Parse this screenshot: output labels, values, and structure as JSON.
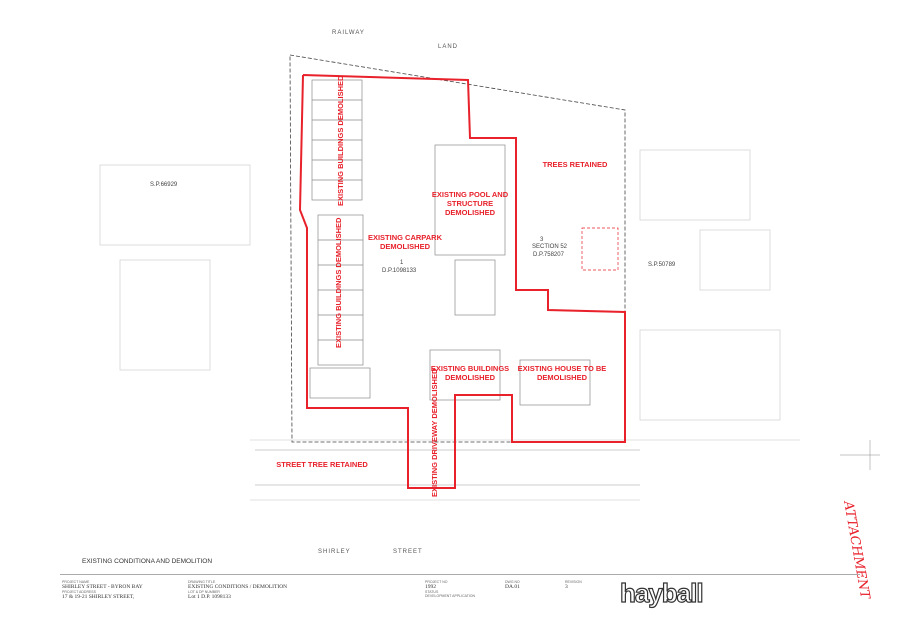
{
  "plan": {
    "top_labels": [
      "RAILWAY",
      "LAND"
    ],
    "bottom_street": [
      "SHIRLEY",
      "STREET"
    ],
    "left_sp": "S.P.66929",
    "right_sp": "S.P.50789",
    "lot1_number": "1",
    "lot1_dp": "D.P.1098133",
    "lot3_number": "3",
    "lot3_section": "SECTION 52",
    "lot3_dp": "D.P.758207",
    "drawing_caption": "EXISTING CONDITIONA AND DEMOLITION",
    "handwritten": "ATTACHMENT",
    "labels": {
      "buildings_top": "EXISTING BUILDINGS DEMOLISHED",
      "buildings_mid": "EXISTING BUILDINGS DEMOLISHED",
      "pool": [
        "EXISTING POOL AND",
        "STRUCTURE",
        "DEMOLISHED"
      ],
      "carpark": [
        "EXISTING CARPARK",
        "DEMOLISHED"
      ],
      "trees": "TREES RETAINED",
      "buildings_bottom": [
        "EXISTING BUILDINGS",
        "DEMOLISHED"
      ],
      "house": [
        "EXISTING HOUSE TO BE",
        "DEMOLISHED"
      ],
      "driveway": "EXISTING DRIVEWAY DEMOLISHED",
      "street_tree": "STREET TREE RETAINED"
    }
  },
  "title_block": {
    "project_name_cap": "PROJECT NAME",
    "project_name": "SHIRLEY STREET - BYRON BAY",
    "project_address_cap": "PROJECT ADDRESS",
    "project_address": "17 & 19-21 SHIRLEY STREET,",
    "drawing_title_cap": "DRAWING TITLE",
    "drawing_title": "EXISTING CONDITIONS / DEMOLITION",
    "lot_cap": "LOT & DP NUMBER",
    "lot_value": "Lot 1 D.P. 1098133",
    "project_no_cap": "PROJECT NO",
    "project_no": "1992",
    "status_cap": "STATUS",
    "status": "DEVELOPMENT APPLICATION",
    "dwg_no_cap": "DWG NO",
    "dwg_no": "DA.01",
    "revision_cap": "REVISION",
    "revision": "3",
    "logo": "hayball"
  }
}
